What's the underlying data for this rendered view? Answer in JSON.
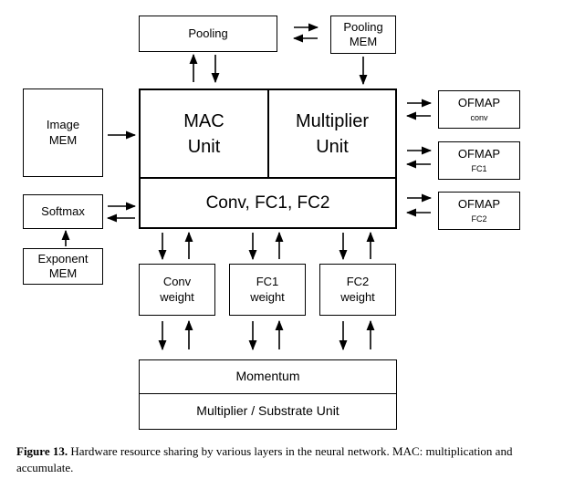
{
  "blocks": {
    "pooling": "Pooling",
    "pooling_mem_l1": "Pooling",
    "pooling_mem_l2": "MEM",
    "image_mem_l1": "Image",
    "image_mem_l2": "MEM",
    "mac_l1": "MAC",
    "mac_l2": "Unit",
    "multiplier_l1": "Multiplier",
    "multiplier_l2": "Unit",
    "conv_fc": "Conv, FC1, FC2",
    "softmax": "Softmax",
    "exponent_l1": "Exponent",
    "exponent_l2": "MEM",
    "ofmap1_title": "OFMAP",
    "ofmap1_sub": "conv",
    "ofmap2_title": "OFMAP",
    "ofmap2_sub": "FC1",
    "ofmap3_title": "OFMAP",
    "ofmap3_sub": "FC2",
    "conv_weight_l1": "Conv",
    "conv_weight_l2": "weight",
    "fc1_weight_l1": "FC1",
    "fc1_weight_l2": "weight",
    "fc2_weight_l1": "FC2",
    "fc2_weight_l2": "weight",
    "momentum": "Momentum",
    "multiplier_substrate": "Multiplier / Substrate Unit"
  },
  "caption": {
    "label": "Figure 13.",
    "text": " Hardware resource sharing by various layers in the neural network. MAC: multiplication and accumulate."
  }
}
